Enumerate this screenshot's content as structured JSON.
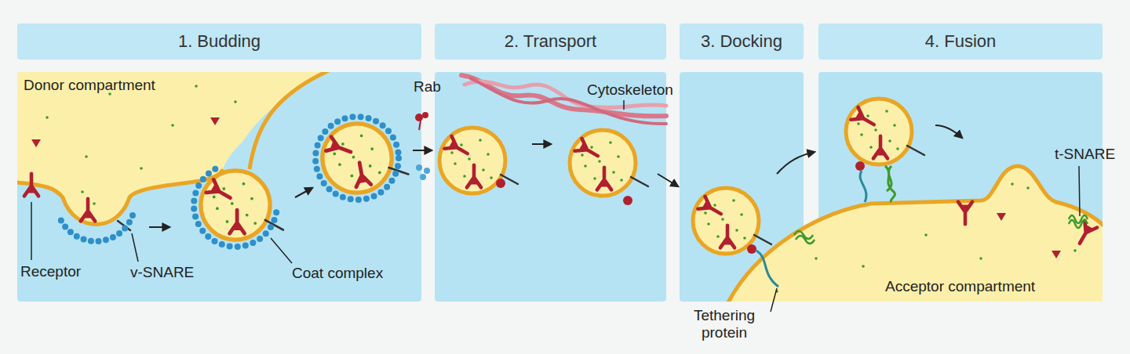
{
  "diagram": {
    "nodes": [
      {
        "text": [
          "1. Budding"
        ]
      },
      {
        "text": [
          "2. Transport"
        ]
      },
      {
        "text": [
          "3. Docking"
        ]
      },
      {
        "text": [
          "4. Fusion"
        ]
      }
    ],
    "labels": [
      "Donor compartment",
      "Receptor",
      "v-SNARE",
      "Coat complex",
      "Rab",
      "Cytoskeleton",
      "Tethering protein",
      "t-SNARE",
      "Acceptor compartment"
    ]
  }
}
